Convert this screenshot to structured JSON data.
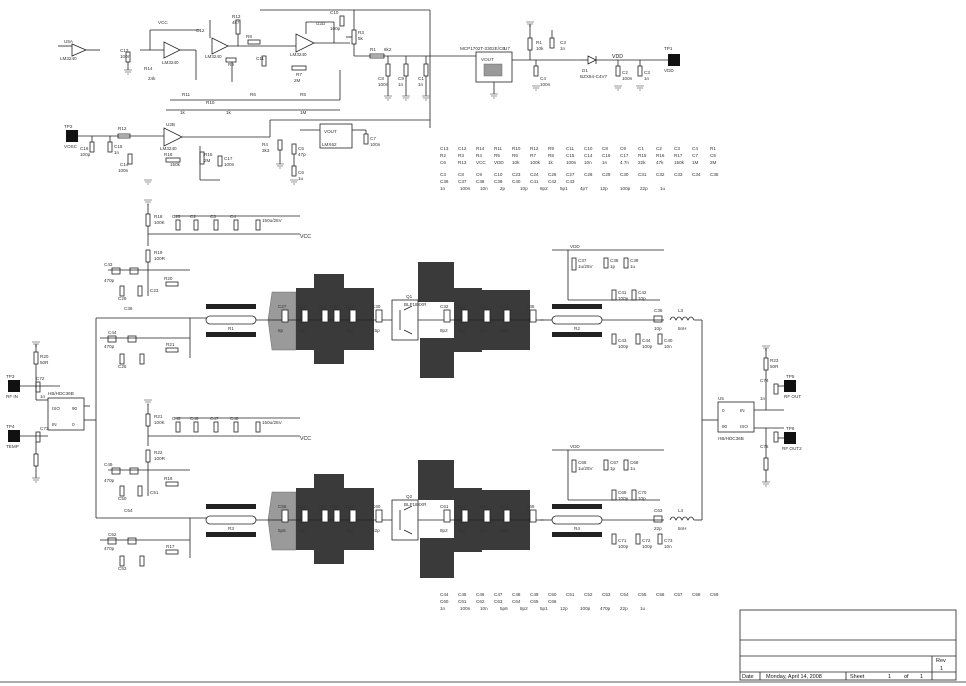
{
  "schematic": {
    "top": {
      "ic_u5a": "LM3240",
      "ic_u1c": "LM3240",
      "ic_u1b": "LM3240",
      "ic_u2d": "LM3240",
      "ic_u2b": "LM3240",
      "regulator_u7": "MCP1702T-3302E/CB",
      "regulator_u4": "LMX62",
      "regulator_u4_pin": "VOUT",
      "reg_pin_vout": "VOUT",
      "diode_d1": "BZX84-C4V7",
      "net_vdd": "VDD",
      "net_vcc": "VCC",
      "tp1": "TP1",
      "tp1_net": "VDD",
      "tp2": "TP2",
      "tp2_net": "VOSC",
      "labels": [
        "C13",
        "C12",
        "R14",
        "R11",
        "R10",
        "R12",
        "R9",
        "C11",
        "C10",
        "C8",
        "C9",
        "C1",
        "C2",
        "C3",
        "C4",
        "R1",
        "R2",
        "R3",
        "R4",
        "R5",
        "R6",
        "R7",
        "R8",
        "C15",
        "C14",
        "C16",
        "C17",
        "R15",
        "R16",
        "R17",
        "C7",
        "C5",
        "C6",
        "R13",
        "VCC",
        "VDD",
        "10k",
        "100k",
        "1k",
        "100n",
        "10n",
        "1n",
        "4.7n",
        "22k",
        "47k",
        "150k",
        "1M",
        "2M"
      ]
    },
    "upper_channel": {
      "r18": "R18",
      "r18_val": "100K",
      "r19": "R19",
      "r19_val": "100R",
      "c43": "C43",
      "c43_val": "470p",
      "net_vcc": "VCC",
      "cap_labels": [
        "C3",
        "C8",
        "C9",
        "C10",
        "C23",
        "C24",
        "C26",
        "C27",
        "C28",
        "C29",
        "C30",
        "C31",
        "C32",
        "C33",
        "C34",
        "C35",
        "C36",
        "C37",
        "C38",
        "C39",
        "C40",
        "C41",
        "C42",
        "C43"
      ],
      "cap_values": [
        "1n",
        "100n",
        "10n",
        "2p",
        "10p",
        "8p2",
        "5p1",
        "4p7",
        "12p",
        "100p",
        "22p",
        "1u"
      ],
      "transistor": "Q1",
      "transistor_part": "BLF188XR",
      "inductor_l3": "L3",
      "inductor_l3_val": "5nH",
      "tline_a": "R1",
      "tline_b": "R2",
      "supply_cap": "150u/25V"
    },
    "lower_channel": {
      "r21": "R21",
      "r21_val": "100K",
      "r22": "R22",
      "r22_val": "100R",
      "net_vcc": "VCC",
      "net_vdd": "VDD",
      "cap_labels": [
        "C44",
        "C45",
        "C46",
        "C47",
        "C48",
        "C49",
        "C50",
        "C51",
        "C52",
        "C53",
        "C54",
        "C55",
        "C56",
        "C57",
        "C58",
        "C59",
        "C60",
        "C61",
        "C62",
        "C63",
        "C64",
        "C65",
        "C66"
      ],
      "cap_values": [
        "1n",
        "100n",
        "10n",
        "5p6",
        "8p2",
        "5p1",
        "12p",
        "100p",
        "470p",
        "22p",
        "1u"
      ],
      "transistor": "Q2",
      "transistor_part": "BLF188XR",
      "inductor_l4": "L4",
      "inductor_l4_val": "5nH",
      "tline_a": "R3",
      "tline_b": "R4",
      "supply_cap": "150u/25V"
    },
    "input": {
      "tp3": "TP3",
      "tp3_net": "RF IN",
      "tp4": "TP4",
      "tp4_net": "TEMP",
      "hybrid": "HB/HDC36B",
      "port_in": "IN",
      "port_iso": "ISO",
      "port_0": "0",
      "port_90": "90",
      "r_term": "R20",
      "r_term_val": "50R",
      "c_in": "C72",
      "c_in_val": "1n",
      "c_t": "C73"
    },
    "output": {
      "u5": "U5",
      "hybrid": "HB/HDC36B",
      "port_in": "IN",
      "port_iso": "ISO",
      "port_0": "0",
      "port_90": "90",
      "tp5": "TP5",
      "tp5_net": "RF OUT",
      "tp6": "TP6",
      "tp6_net": "RF OUT2",
      "r_term": "R23",
      "r_term_val": "50R",
      "c_out": "C74",
      "c_out_val": "1n",
      "c_out2": "C75"
    }
  },
  "title_block": {
    "date_label": "Date",
    "date_value": "Monday, April 14, 2008",
    "sheet_label": "Sheet",
    "sheet_of": "of",
    "sheet_num": "1",
    "sheet_total": "1",
    "rev_label": "Rev",
    "rev_value": "1"
  }
}
